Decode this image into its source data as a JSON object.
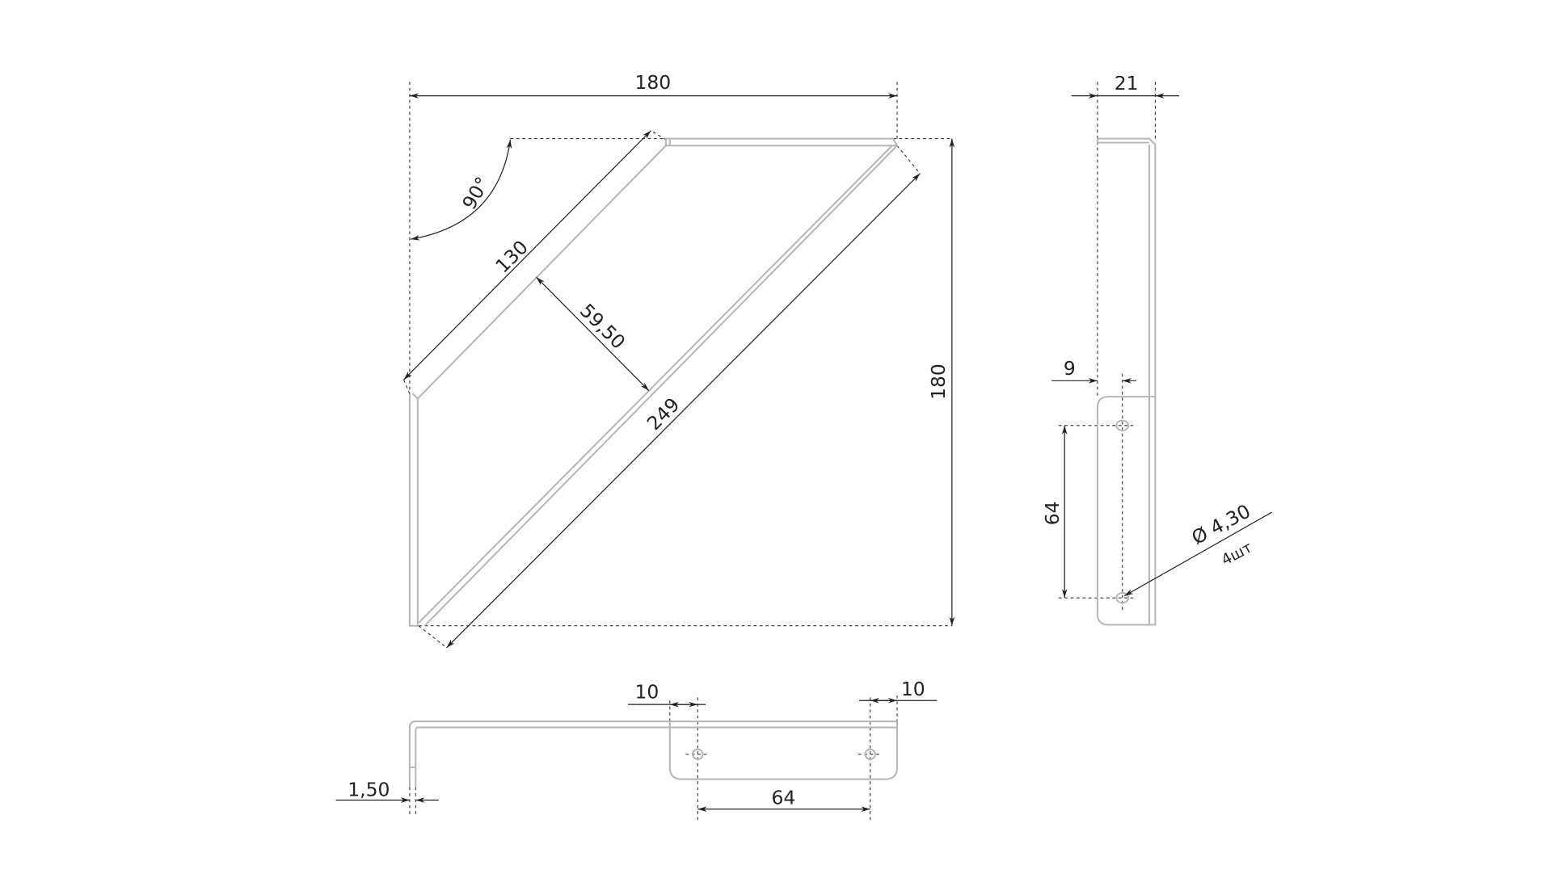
{
  "front_view": {
    "width_label": "180",
    "height_label": "180",
    "angle_label": "90°",
    "edge_label": "130",
    "depth_label": "59,50",
    "diagonal_label": "249"
  },
  "side_view": {
    "width_label": "21",
    "hole_offset_label": "9",
    "hole_spacing_label": "64",
    "hole_diameter_label": "Ø 4,30",
    "hole_count_label": "4шт"
  },
  "bottom_view": {
    "left_margin_label": "10",
    "right_margin_label": "10",
    "hole_spacing_label": "64",
    "thickness_label": "1,50"
  }
}
